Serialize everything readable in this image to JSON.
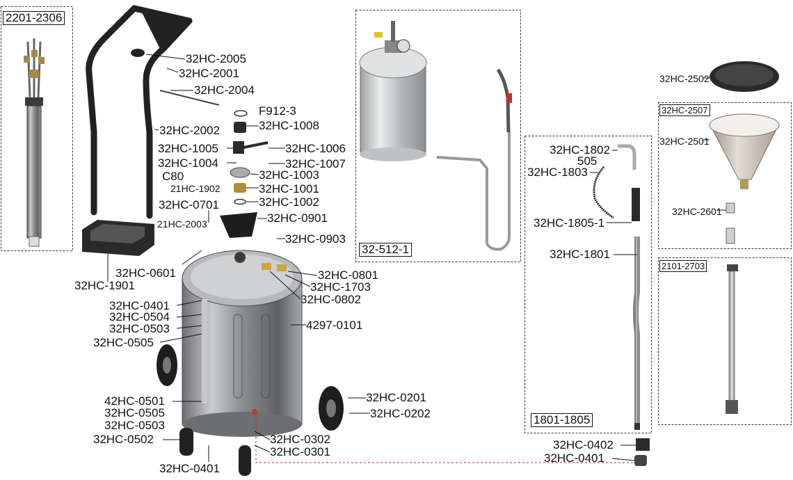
{
  "groups": {
    "g2201": "2201-2306",
    "g32512": "32-512-1",
    "g1801": "1801-1805",
    "g2507": "32HC-2507",
    "g2101": "2101-2703"
  },
  "labels": {
    "p2005": "32HC-2005",
    "p2001": "32HC-2001",
    "p2004": "32HC-2004",
    "pF912": "F912-3",
    "p1008": "32HC-1008",
    "p2002": "32HC-2002",
    "p1005": "32HC-1005",
    "p1006": "32HC-1006",
    "p1004": "32HC-1004",
    "p1007": "32HC-1007",
    "pC80": "C80",
    "p1003": "32HC-1003",
    "p21902": "21HC-1902",
    "p1001": "32HC-1001",
    "p1002": "32HC-1002",
    "p0701": "32HC-0701",
    "p0901": "32HC-0901",
    "p21HC2003": "21HC-2003",
    "p0903": "32HC-0903",
    "p0601": "32HC-0601",
    "p1901": "32HC-1901",
    "p0801": "32HC-0801",
    "p1703": "32HC-1703",
    "p0802": "32HC-0802",
    "p0401a": "32HC-0401",
    "p0504": "32HC-0504",
    "p0503a": "32HC-0503",
    "p0505a": "32HC-0505",
    "p4297": "4297-0101",
    "p42HC0501": "42HC-0501",
    "p0505b": "32HC-0505",
    "p0503b": "32HC-0503",
    "p0502": "32HC-0502",
    "p0401b": "32HC-0401",
    "p0201": "32HC-0201",
    "p0202": "32HC-0202",
    "p0302": "32HC-0302",
    "p0301": "32HC-0301",
    "p1802": "32HC-1802",
    "p505": "505",
    "p1803": "32HC-1803",
    "p18051": "32HC-1805-1",
    "p1801": "32HC-1801",
    "p0402": "32HC-0402",
    "p0401c": "32HC-0401",
    "p2502": "32HC-2502",
    "p2501": "32HC-2501",
    "p2601": "32HC-2601"
  },
  "colors": {
    "line": "#111111",
    "steel": "#9aa0a6",
    "dark": "#2a2a2a",
    "red_dash": "#cc2222"
  }
}
